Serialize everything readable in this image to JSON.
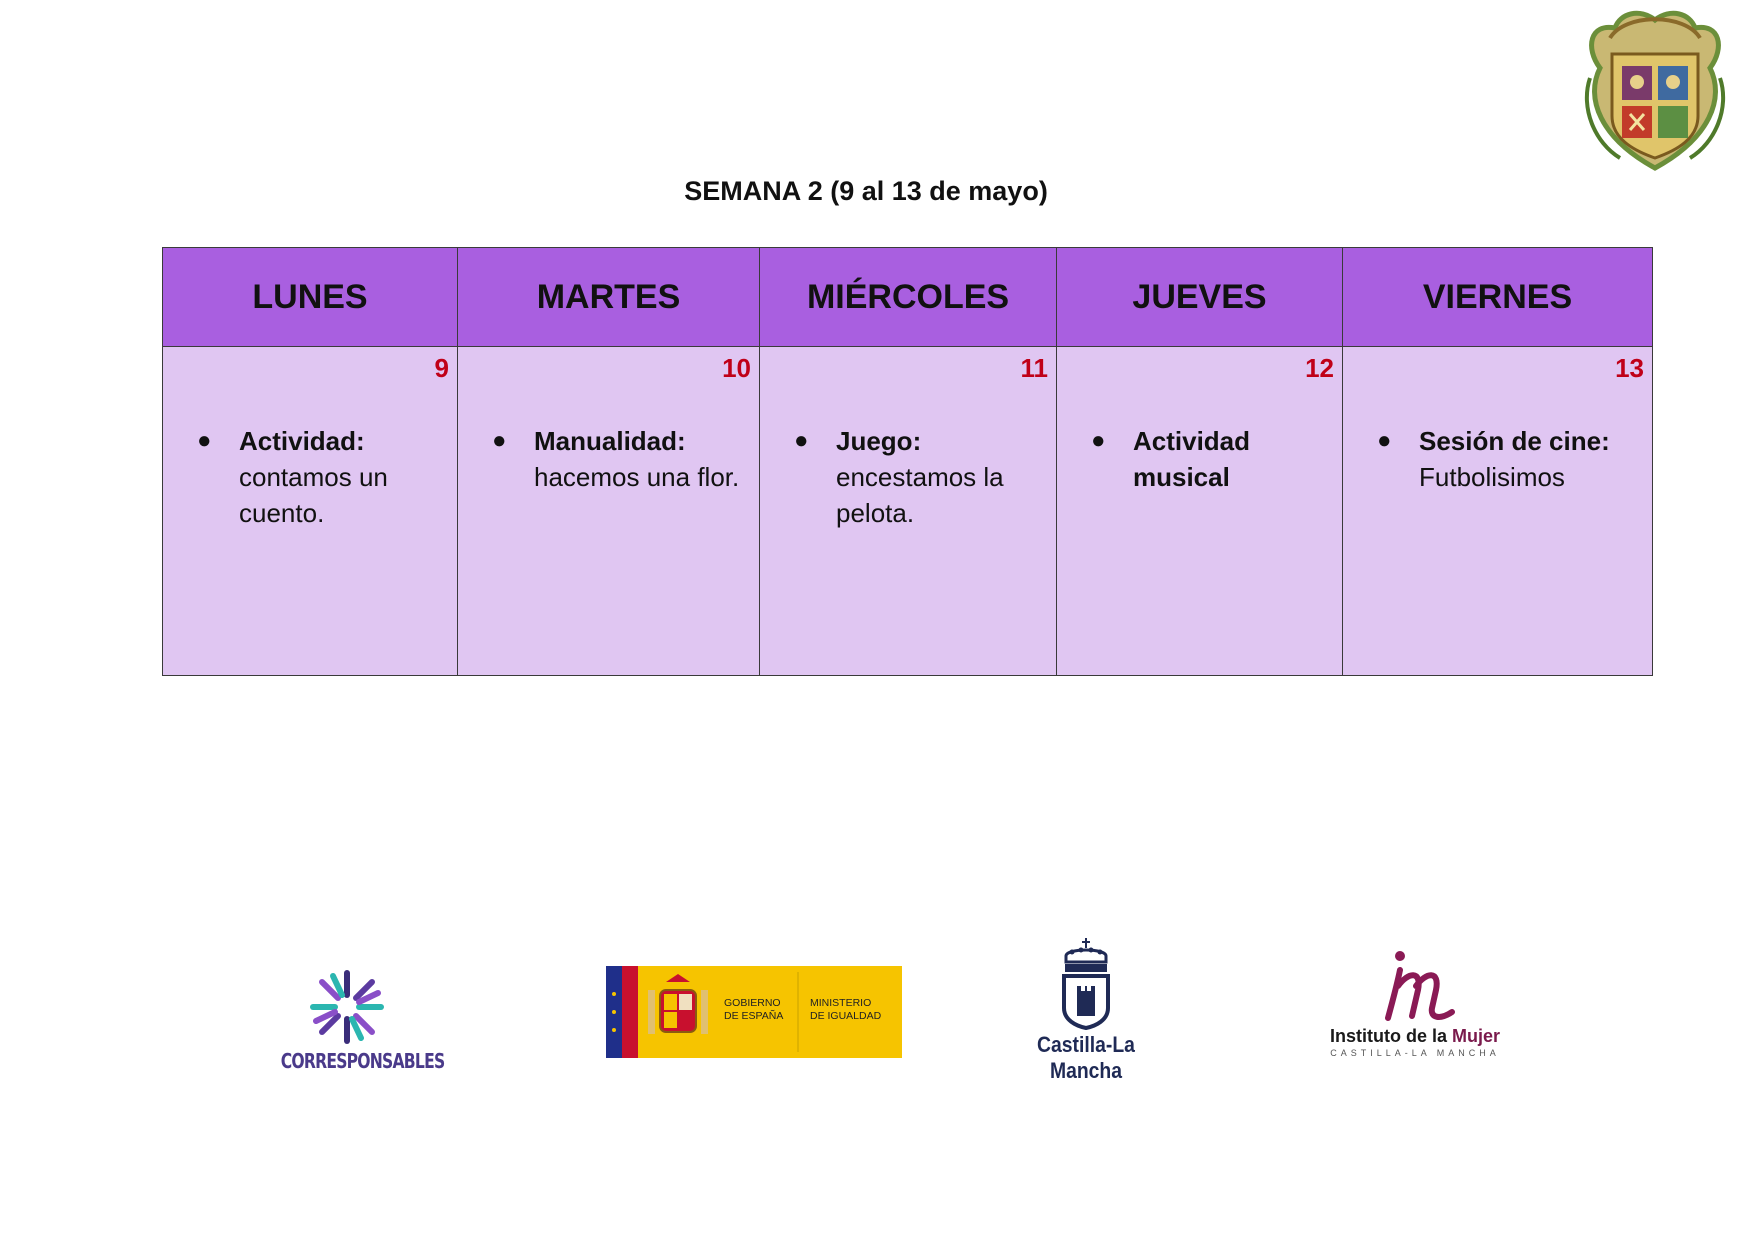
{
  "title": "SEMANA 2 (9 al 13 de mayo)",
  "table": {
    "headers": [
      "LUNES",
      "MARTES",
      "MIÉRCOLES",
      "JUEVES",
      "VIERNES"
    ],
    "days": [
      {
        "number": "9",
        "label": "Actividad:",
        "desc": "contamos un cuento."
      },
      {
        "number": "10",
        "label": "Manualidad:",
        "desc": "hacemos una flor."
      },
      {
        "number": "11",
        "label": "Juego:",
        "desc": "encestamos la pelota."
      },
      {
        "number": "12",
        "label": "Actividad musical",
        "desc": ""
      },
      {
        "number": "13",
        "label": "Sesión de cine:",
        "desc": "Futbolisimos"
      }
    ]
  },
  "logos": {
    "corresponsables": "CORRESPONSABLES",
    "gobierno": "GOBIERNO\nDE ESPAÑA",
    "ministerio": "MINISTERIO\nDE IGUALDAD",
    "castilla": "Castilla-La Mancha",
    "instituto_prefix": "Instituto de la ",
    "instituto_highlight": "Mujer",
    "instituto_sub": "CASTILLA-LA MANCHA"
  },
  "colors": {
    "header_bg": "#a95fe0",
    "cell_bg": "#e0c6f2",
    "day_number": "#c00018"
  }
}
